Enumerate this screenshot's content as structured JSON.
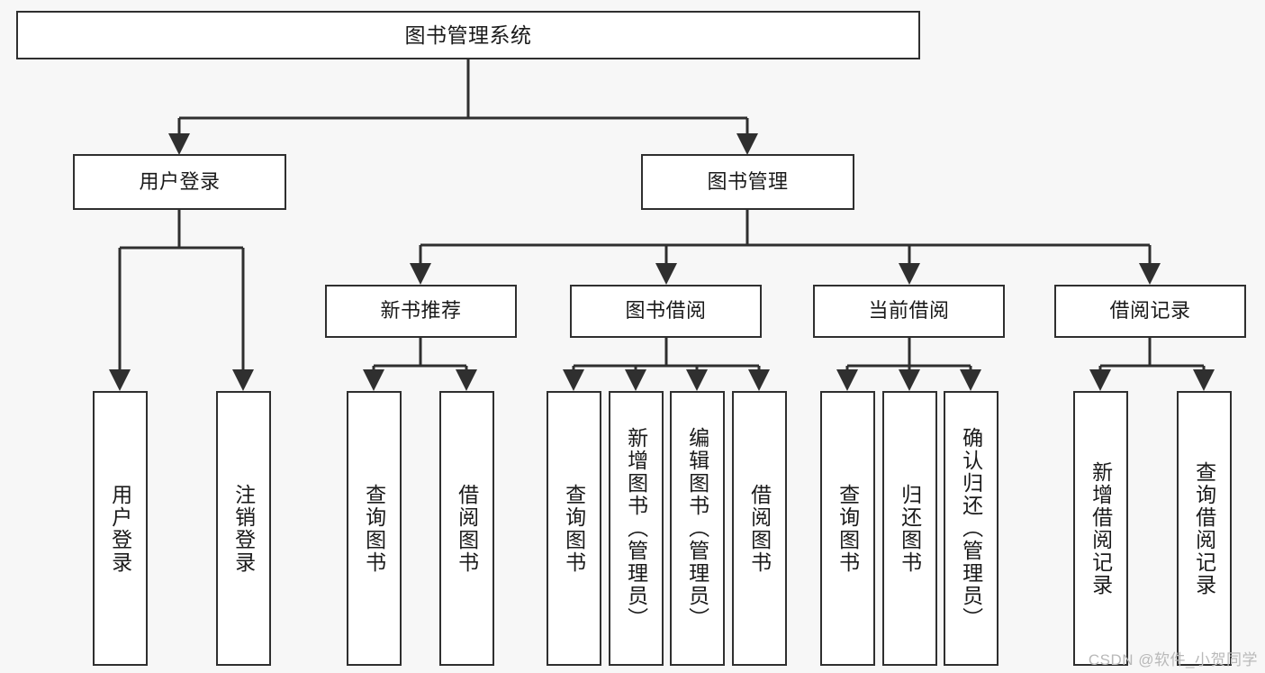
{
  "diagram": {
    "title": "图书管理系统",
    "watermark": "CSDN @软件_小贺同学",
    "colors": {
      "background": "#f7f7f7",
      "node_fill": "#ffffff",
      "node_border": "#2f2f2f",
      "edge": "#2f2f2f",
      "text": "#1a1a1a",
      "watermark": "#b9b9b9"
    },
    "nodes": {
      "root": {
        "label": "图书管理系统"
      },
      "user_login": {
        "label": "用户登录"
      },
      "book_manage": {
        "label": "图书管理"
      },
      "new_book_rec": {
        "label": "新书推荐"
      },
      "book_borrow": {
        "label": "图书借阅"
      },
      "current_borrow": {
        "label": "当前借阅"
      },
      "borrow_record": {
        "label": "借阅记录"
      },
      "leaf_user_login": {
        "label": "用户登录"
      },
      "leaf_logout": {
        "label": "注销登录"
      },
      "leaf_query_book_1": {
        "label": "查询图书"
      },
      "leaf_borrow_book_1": {
        "label": "借阅图书"
      },
      "leaf_query_book_2": {
        "label": "查询图书"
      },
      "leaf_add_book": {
        "label": "新增图书（管理员）"
      },
      "leaf_edit_book": {
        "label": "编辑图书（管理员）"
      },
      "leaf_borrow_book_2": {
        "label": "借阅图书"
      },
      "leaf_query_book_3": {
        "label": "查询图书"
      },
      "leaf_return_book": {
        "label": "归还图书"
      },
      "leaf_confirm_return": {
        "label": "确认归还（管理员）"
      },
      "leaf_add_record": {
        "label": "新增借阅记录"
      },
      "leaf_query_record": {
        "label": "查询借阅记录"
      }
    },
    "tree": [
      {
        "label": "图书管理系统",
        "children": [
          {
            "label": "用户登录",
            "children": [
              {
                "label": "用户登录"
              },
              {
                "label": "注销登录"
              }
            ]
          },
          {
            "label": "图书管理",
            "children": [
              {
                "label": "新书推荐",
                "children": [
                  {
                    "label": "查询图书"
                  },
                  {
                    "label": "借阅图书"
                  }
                ]
              },
              {
                "label": "图书借阅",
                "children": [
                  {
                    "label": "查询图书"
                  },
                  {
                    "label": "新增图书（管理员）"
                  },
                  {
                    "label": "编辑图书（管理员）"
                  },
                  {
                    "label": "借阅图书"
                  }
                ]
              },
              {
                "label": "当前借阅",
                "children": [
                  {
                    "label": "查询图书"
                  },
                  {
                    "label": "归还图书"
                  },
                  {
                    "label": "确认归还（管理员）"
                  }
                ]
              },
              {
                "label": "借阅记录",
                "children": [
                  {
                    "label": "新增借阅记录"
                  },
                  {
                    "label": "查询借阅记录"
                  }
                ]
              }
            ]
          }
        ]
      }
    ]
  }
}
